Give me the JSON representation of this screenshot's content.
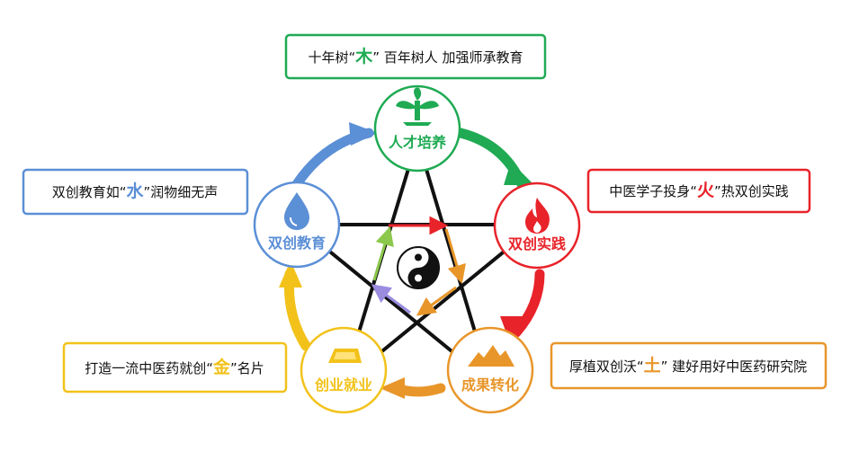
{
  "colors": {
    "wood": "#1faa53",
    "fire": "#e8232a",
    "earth": "#e8962a",
    "metal": "#f2c21a",
    "water": "#5b8fd6",
    "star": "#111111"
  },
  "nodes": {
    "wood": {
      "label": "人才培养",
      "icon": "sprout-icon"
    },
    "fire": {
      "label": "双创实践",
      "icon": "flame-icon"
    },
    "earth": {
      "label": "成果转化",
      "icon": "mountain-icon"
    },
    "metal": {
      "label": "创业就业",
      "icon": "gold-bar-icon"
    },
    "water": {
      "label": "双创教育",
      "icon": "water-drop-icon"
    }
  },
  "center": {
    "icon": "yin-yang-icon"
  },
  "boxes": {
    "top": {
      "pre": "十年树“",
      "em": "木",
      "post": "” 百年树人    加强师承教育"
    },
    "right": {
      "pre": "中医学子投身“",
      "em": "火",
      "post": "”热双创实践"
    },
    "bottom_right": {
      "pre": "厚植双创沃“",
      "em": "土",
      "post": "” 建好用好中医药研究院"
    },
    "bottom_left": {
      "pre": "打造一流中医药就创“",
      "em": "金",
      "post": "”名片"
    },
    "left": {
      "pre": "双创教育如“",
      "em": "水",
      "post": "”润物细无声"
    }
  }
}
